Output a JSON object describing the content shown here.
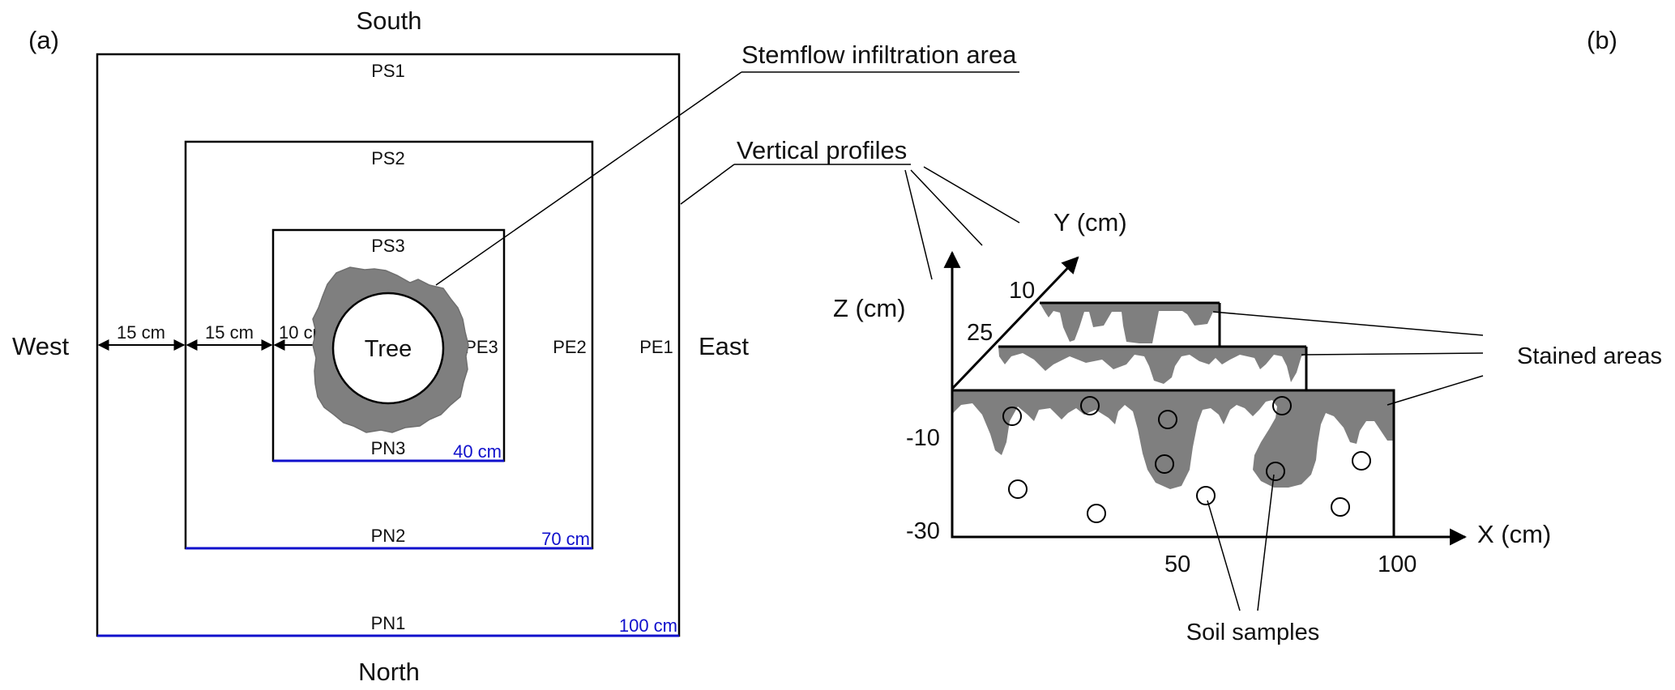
{
  "panel_a": {
    "label": "(a)",
    "directions": {
      "south": "South",
      "north": "North",
      "west": "West",
      "east": "East"
    },
    "profiles": {
      "ps1": "PS1",
      "ps2": "PS2",
      "ps3": "PS3",
      "pn1": "PN1",
      "pn2": "PN2",
      "pn3": "PN3",
      "pe1": "PE1",
      "pe2": "PE2",
      "pe3": "PE3"
    },
    "widths": {
      "w100": "100 cm",
      "w70": "70 cm",
      "w40": "40 cm"
    },
    "gaps": {
      "g1": "15 cm",
      "g2": "15 cm",
      "g3": "10 cm"
    },
    "tree": "Tree",
    "callouts": {
      "stemflow": "Stemflow infiltration area",
      "vertical": "Vertical profiles"
    }
  },
  "panel_b": {
    "label": "(b)",
    "axes": {
      "x": "X (cm)",
      "y": "Y (cm)",
      "z": "Z (cm)"
    },
    "ticks": {
      "y10": "10",
      "y25": "25",
      "zm10": "-10",
      "zm30": "-30",
      "x50": "50",
      "x100": "100"
    },
    "stained": "Stained areas",
    "soil": "Soil samples"
  },
  "colors": {
    "accent_blue": "#1010cc",
    "stain_gray": "#7f7f7f",
    "line": "#000000"
  }
}
